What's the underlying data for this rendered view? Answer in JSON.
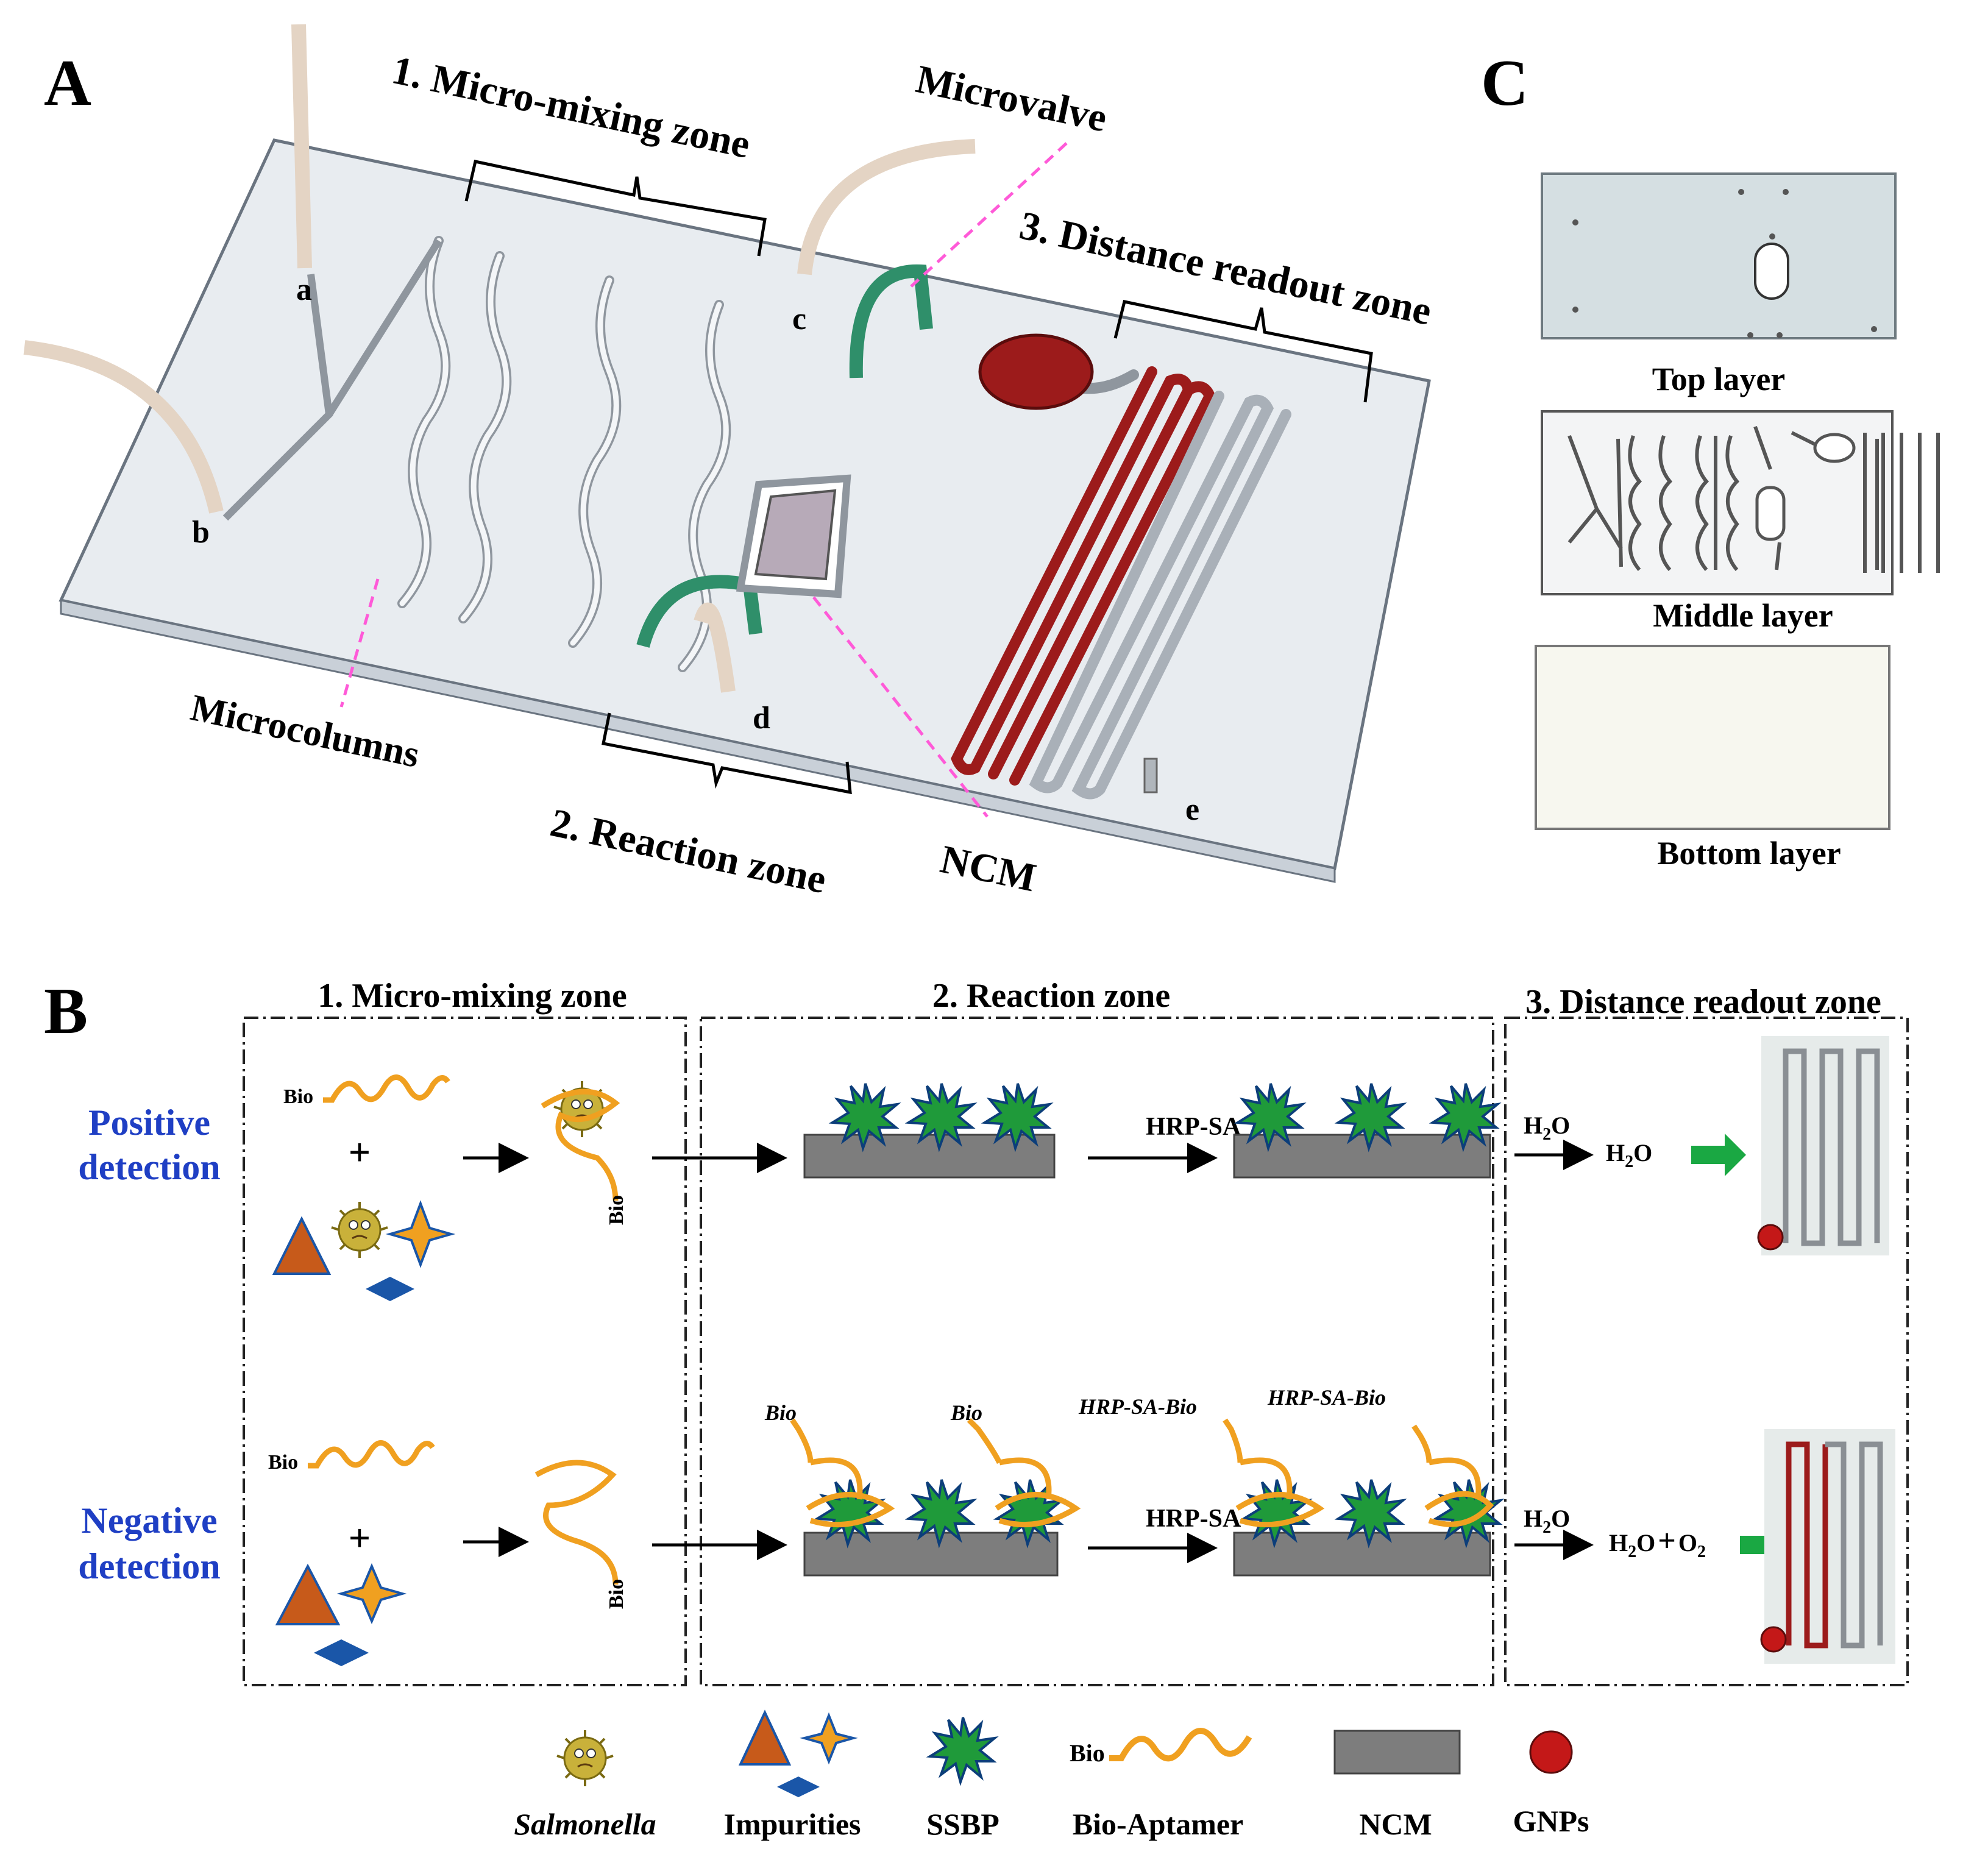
{
  "panelA": {
    "panel_label": "A",
    "zone1": "1. Micro-mixing zone",
    "zone2": "2. Reaction zone",
    "zone3": "3. Distance readout zone",
    "microvalve": "Microvalve",
    "microcolumns": "Microcolumns",
    "ncm": "NCM",
    "ports": {
      "a": "a",
      "b": "b",
      "c": "c",
      "d": "d",
      "e": "e"
    }
  },
  "panelC": {
    "panel_label": "C",
    "top": "Top layer",
    "middle": "Middle layer",
    "bottom": "Bottom layer"
  },
  "panelB": {
    "panel_label": "B",
    "zone1": "1. Micro-mixing zone",
    "zone2": "2. Reaction zone",
    "zone3": "3. Distance readout zone",
    "positive_line1": "Positive",
    "positive_line2": "detection",
    "negative_line1": "Negative",
    "negative_line2": "detection",
    "bio": "Bio",
    "hrp_sa": "HRP-SA",
    "hrp_sa_bio": "HRP-SA-Bio",
    "h2o2_a": "H",
    "h2o2_sub": "2",
    "h2o2_b": "O",
    "h2o_a": "H",
    "h2o_sub": "2",
    "h2o_b": "O",
    "o2_a": "O",
    "o2_sub": "2"
  },
  "legend": {
    "salmonella": "Salmonella",
    "impurities": "Impurities",
    "ssbp": "SSBP",
    "bio_aptamer": "Bio-Aptamer",
    "ncm": "NCM",
    "gnps": "GNPs",
    "bio_prefix": "Bio"
  },
  "colors": {
    "chip": "#e8ecf0",
    "channel_red": "#9c1b1b",
    "gnp_red": "#c41818",
    "ssbp_green": "#1f9a3a",
    "aptamer_orange": "#f0a020",
    "triangle_orange": "#c75a1a",
    "diamond_blue": "#1a56a8",
    "ncm_gray": "#7d7d7d",
    "arrow_green": "#1aa843",
    "label_blue": "#1f3fc4",
    "tube_tan": "#e4d4c4",
    "tube_green": "#2f8f6a"
  }
}
